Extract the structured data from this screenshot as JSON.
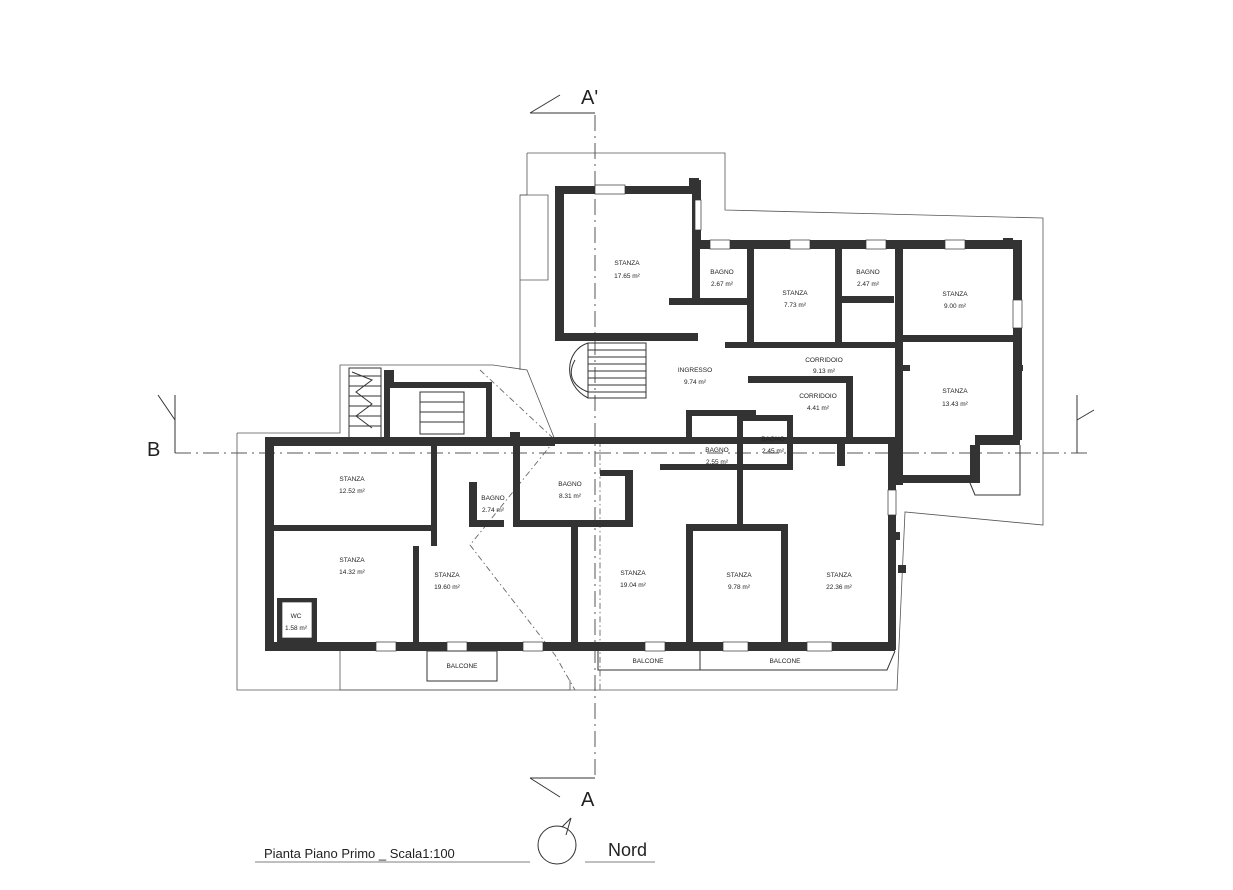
{
  "section_labels": {
    "a_top": "A'",
    "a_bottom": "A",
    "b_left": "B"
  },
  "rooms": [
    {
      "name": "STANZA",
      "area": "17.65 m²"
    },
    {
      "name": "BAGNO",
      "area": "2.67 m²"
    },
    {
      "name": "STANZA",
      "area": "7.73 m²"
    },
    {
      "name": "BAGNO",
      "area": "2.47 m²"
    },
    {
      "name": "STANZA",
      "area": "9.00 m²"
    },
    {
      "name": "INGRESSO",
      "area": "9.74 m²"
    },
    {
      "name": "CORRIDOIO",
      "area": "9.13 m²"
    },
    {
      "name": "CORRIDOIO",
      "area": "4.41 m²"
    },
    {
      "name": "STANZA",
      "area": "13.43 m²"
    },
    {
      "name": "BAGNO",
      "area": "2.55 m²"
    },
    {
      "name": "BAGNO",
      "area": "2.45 m²"
    },
    {
      "name": "STANZA",
      "area": "12.52 m²"
    },
    {
      "name": "BAGNO",
      "area": "2.74 m²"
    },
    {
      "name": "BAGNO",
      "area": "8.31 m²"
    },
    {
      "name": "STANZA",
      "area": "14.32 m²"
    },
    {
      "name": "STANZA",
      "area": "19.60 m²"
    },
    {
      "name": "STANZA",
      "area": "19.04 m²"
    },
    {
      "name": "STANZA",
      "area": "9.78 m²"
    },
    {
      "name": "STANZA",
      "area": "22.36 m²"
    },
    {
      "name": "WC",
      "area": "1.58 m²"
    }
  ],
  "balconies": [
    "BALCONE",
    "BALCONE",
    "BALCONE"
  ],
  "caption": "Pianta Piano Primo _ Scala1:100",
  "north_label": "Nord"
}
